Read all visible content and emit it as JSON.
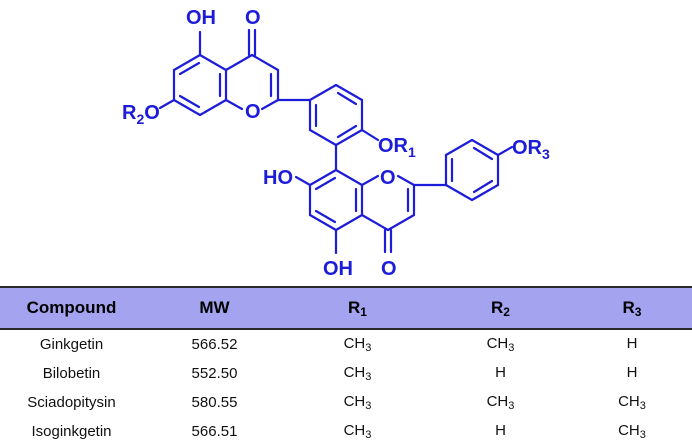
{
  "structure": {
    "labels": {
      "oh_top": "OH",
      "o_top": "O",
      "r2o": "R",
      "r2o_sub": "2",
      "r2o_tail": "O",
      "o_ring_top": "O",
      "or1": "OR",
      "or1_sub": "1",
      "or3": "OR",
      "or3_sub": "3",
      "ho": "HO",
      "o_ring_bottom": "O",
      "oh_bottom": "OH",
      "o_bottom": "O"
    }
  },
  "table": {
    "headers": {
      "compound": "Compound",
      "mw": "MW",
      "r1": "R",
      "r1_sub": "1",
      "r2": "R",
      "r2_sub": "2",
      "r3": "R",
      "r3_sub": "3"
    },
    "rows": [
      {
        "compound": "Ginkgetin",
        "mw": "566.52",
        "r1": "CH",
        "r1_sub": "3",
        "r2": "CH",
        "r2_sub": "3",
        "r3": "H",
        "r3_sub": ""
      },
      {
        "compound": "Bilobetin",
        "mw": "552.50",
        "r1": "CH",
        "r1_sub": "3",
        "r2": "H",
        "r2_sub": "",
        "r3": "H",
        "r3_sub": ""
      },
      {
        "compound": "Sciadopitysin",
        "mw": "580.55",
        "r1": "CH",
        "r1_sub": "3",
        "r2": "CH",
        "r2_sub": "3",
        "r3": "CH",
        "r3_sub": "3"
      },
      {
        "compound": "Isoginkgetin",
        "mw": "566.51",
        "r1": "CH",
        "r1_sub": "3",
        "r2": "H",
        "r2_sub": "",
        "r3": "CH",
        "r3_sub": "3"
      }
    ]
  },
  "colors": {
    "structure": "#1c1cd9",
    "header_background": "#a3a3ef"
  }
}
